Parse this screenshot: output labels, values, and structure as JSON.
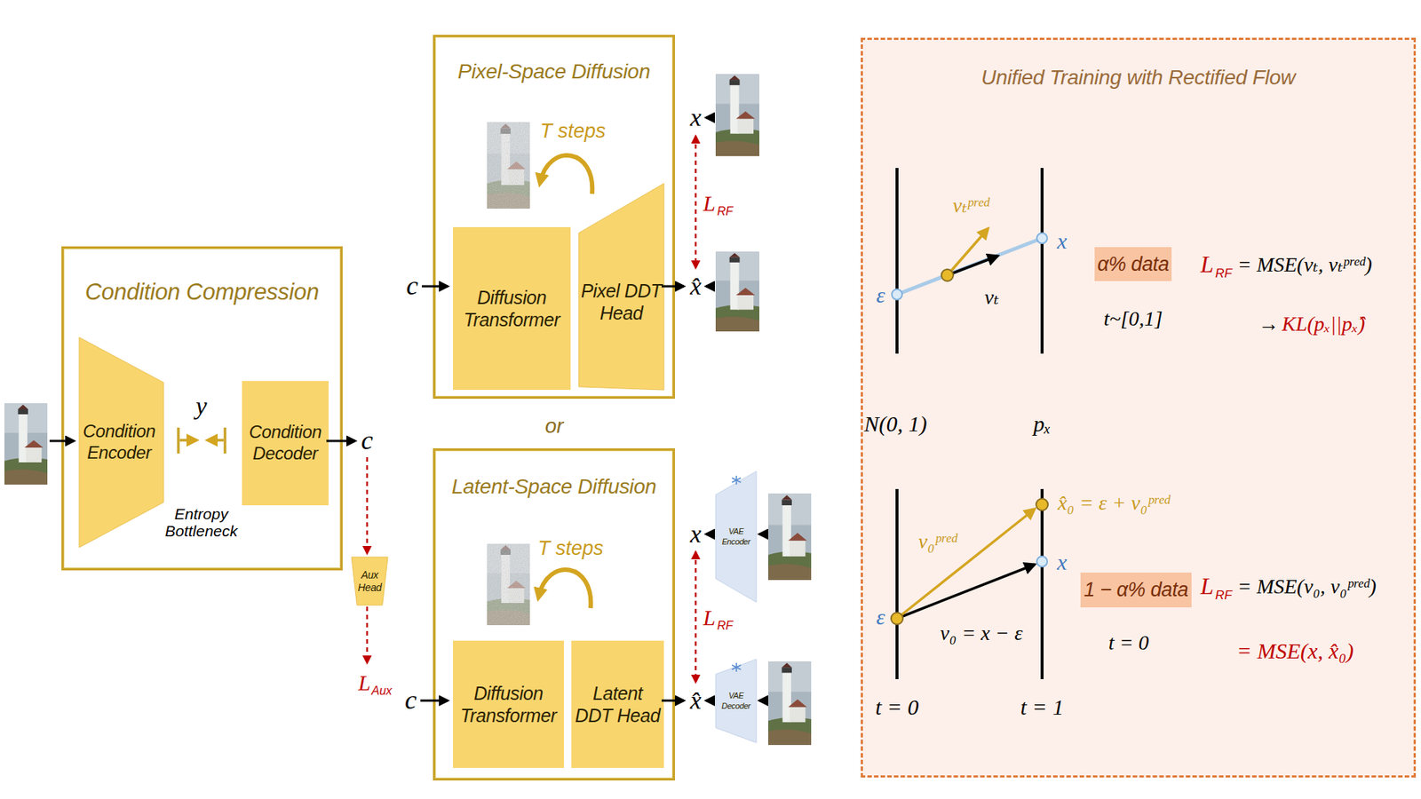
{
  "diagram": {
    "nodes": [
      {
        "text": [
          "Condition Compression"
        ]
      },
      {
        "text": [
          "Condition Encoder"
        ],
        "in": 0
      },
      {
        "text": [
          "Condition Decoder"
        ],
        "in": 0
      },
      {
        "text": [
          "Aux Head"
        ]
      },
      {
        "text": [
          "Pixel-Space Diffusion"
        ]
      },
      {
        "text": [
          "Diffusion Transformer"
        ],
        "in": 4
      },
      {
        "text": [
          "Pixel DDT Head"
        ],
        "in": 4
      },
      {
        "text": [
          "Latent-Space Diffusion"
        ]
      },
      {
        "text": [
          "Diffusion Transformer"
        ],
        "in": 7
      },
      {
        "text": [
          "Latent DDT Head"
        ],
        "in": 7
      },
      {
        "text": [
          "VAE Encoder"
        ]
      },
      {
        "text": [
          "VAE Decoder"
        ]
      },
      {
        "text": [
          "Unified Training with Rectified Flow"
        ]
      },
      {
        "text": [
          "α% data"
        ],
        "in": 12
      },
      {
        "text": [
          "1 − α% data"
        ],
        "in": 12
      }
    ],
    "labels": [
      "c",
      "y",
      "Entropy Bottleneck",
      "L",
      "Aux",
      "T steps",
      "c",
      "x",
      "L",
      "RF",
      "x̂",
      "or",
      "T steps",
      "c",
      "x",
      "L",
      "RF",
      "x̂",
      "ε",
      "x",
      "vₜᵖʳᵉᵈ",
      "vₜ",
      "t~[0,1]",
      "L",
      "RF",
      "= MSE(vₜ, vₜᵖʳᵉᵈ)",
      "→",
      "KL(pₓ||pₓ̂)",
      "N(0, 1)",
      "pₓ",
      "ε",
      "x̂₀ = ε + v₀ᵖʳᵉᵈ",
      "x",
      "v₀ᵖʳᵉᵈ",
      "v₀ = x − ε",
      "t = 0",
      "L",
      "RF",
      "= MSE(v₀, v₀ᵖʳᵉᵈ)",
      "= MSE(x, x̂₀)",
      "t = 0",
      "t = 1"
    ]
  }
}
